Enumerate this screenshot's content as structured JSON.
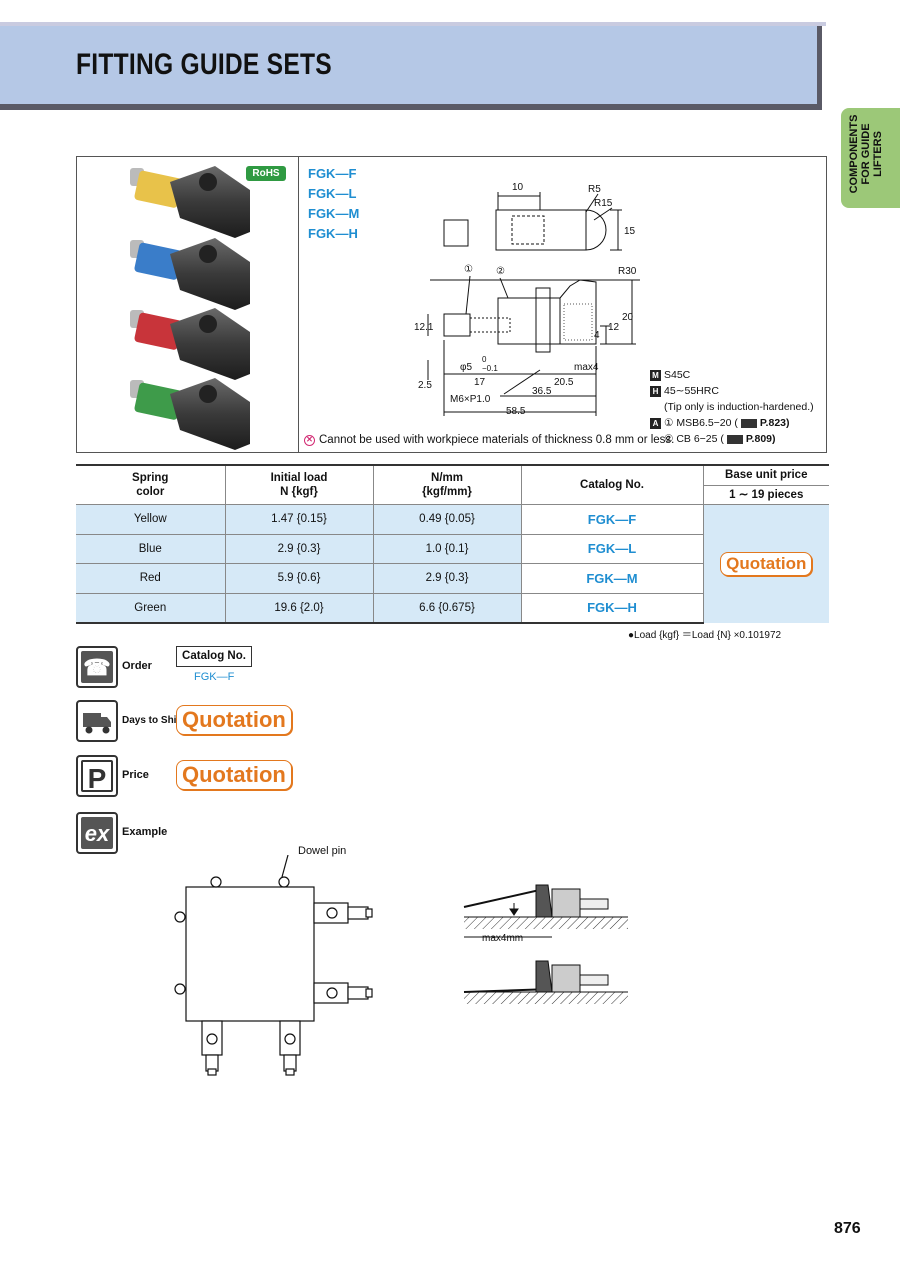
{
  "header": {
    "title": "FITTING GUIDE SETS"
  },
  "side_tab": {
    "text": "COMPONENTS FOR GUIDE LIFTERS"
  },
  "product": {
    "rohs": "RoHS",
    "models": [
      "FGK—F",
      "FGK—L",
      "FGK—M",
      "FGK—H"
    ],
    "caution": "Cannot be used with workpiece materials of thickness 0.8 mm or less.",
    "materials": {
      "m_label": "M",
      "m_text": "S45C",
      "h_label": "H",
      "h_text": "45∼55HRC",
      "tip_note": "(Tip only is induction-hardened.)",
      "a_label": "A",
      "part1": "① MSB6.5−20 (",
      "part1_ref": "P.823)",
      "part2": "② CB 6−25 (",
      "part2_ref": "P.809)"
    },
    "dims": {
      "d10": "10",
      "r5": "R5",
      "r15": "R15",
      "d15": "15",
      "r30": "R30",
      "c1": "①",
      "c2": "②",
      "d12_1": "12.1",
      "d4": "4",
      "d12": "12",
      "d20": "20",
      "d2_5": "2.5",
      "d0": "0",
      "dm01": "−0.1",
      "phi5": "φ5",
      "phi5_tol_top": "0",
      "phi5_tol_bot": "−0.1",
      "d17": "17",
      "d20_5": "20.5",
      "max4": "max4",
      "m6": "M6×P1.0",
      "d36_5": "36.5",
      "d58_5": "58.5"
    },
    "spring_colors": [
      "#e8c24a",
      "#3a7dc9",
      "#c8343a",
      "#3e9b4a"
    ]
  },
  "table": {
    "headers": {
      "spring": [
        "Spring",
        "color"
      ],
      "initial": [
        "Initial load",
        "N {kgf}"
      ],
      "nmm": [
        "N/mm",
        "{kgf/mm}"
      ],
      "catalog": "Catalog No.",
      "price_top": "Base unit price",
      "price_bottom": "1 ∼ 19 pieces"
    },
    "rows": [
      {
        "color": "Yellow",
        "load": "1.47 {0.15}",
        "rate": "0.49 {0.05}",
        "cat": "FGK—F"
      },
      {
        "color": "Blue",
        "load": "2.9 {0.3}",
        "rate": "1.0 {0.1}",
        "cat": "FGK—L"
      },
      {
        "color": "Red",
        "load": "5.9 {0.6}",
        "rate": "2.9 {0.3}",
        "cat": "FGK—M"
      },
      {
        "color": "Green",
        "load": "19.6 {2.0}",
        "rate": "6.6 {0.675}",
        "cat": "FGK—H"
      }
    ],
    "price_badge": "Quotation"
  },
  "footnote": "●Load {kgf} ＝Load {N} ×0.101972",
  "order": {
    "label": "Order",
    "catalog_box": "Catalog No.",
    "catalog_value": "FGK—F"
  },
  "ship": {
    "label": "Days to Ship",
    "badge": "Quotation"
  },
  "price": {
    "label": "Price",
    "icon": "P",
    "badge": "Quotation"
  },
  "example": {
    "label": "Example",
    "icon": "ex",
    "dowel": "Dowel pin",
    "max4mm": "max4mm"
  },
  "page_number": "876"
}
